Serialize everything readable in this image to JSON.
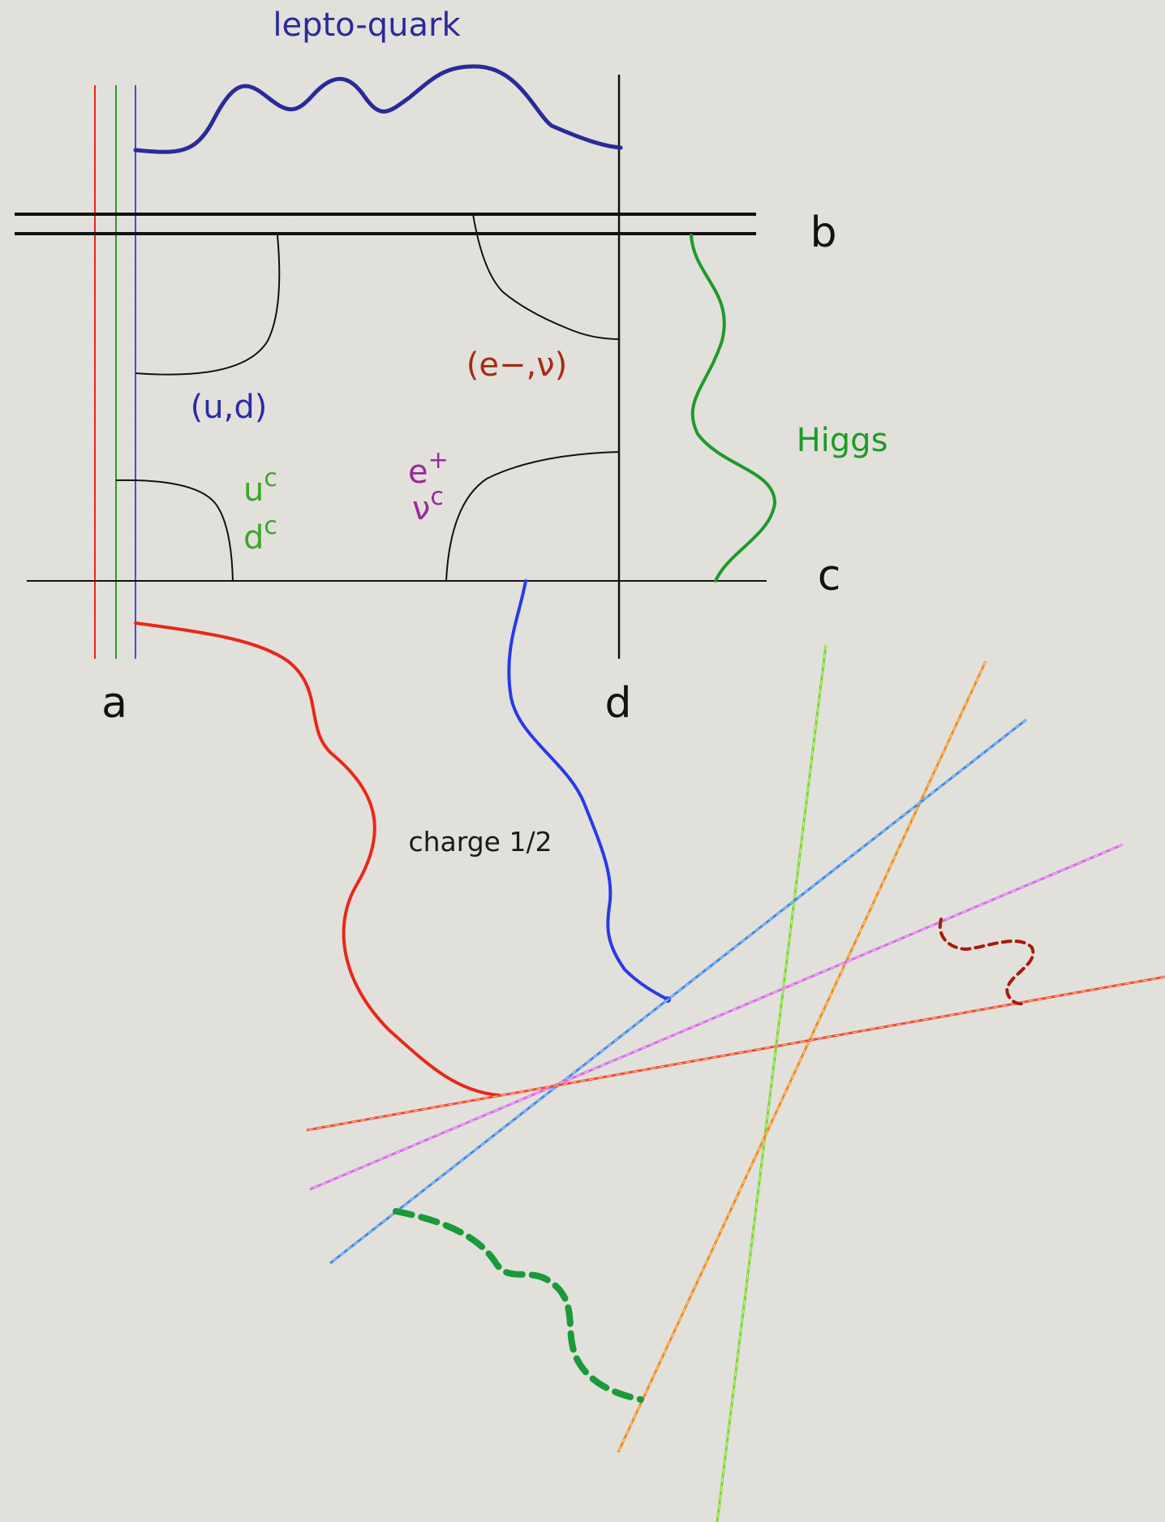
{
  "labels": {
    "lepto_quark": "lepto-quark",
    "b": "b",
    "c": "c",
    "a": "a",
    "d": "d",
    "higgs": "Higgs",
    "ud": "(u,d)",
    "e_nu": "(e−,ν)",
    "uc_base": "u",
    "uc_sup": "c",
    "dc_base": "d",
    "dc_sup": "c",
    "ep_base": "e",
    "ep_sup": "+",
    "nuc_base": "ν",
    "nuc_sup": "c",
    "charge": "charge 1/2"
  },
  "colors": {
    "background": "#e4e2dc",
    "lepto_quark": "#2a2a9a",
    "ud": "#2a2aa8",
    "e_nu": "#a82a12",
    "uc_dc": "#3aa82a",
    "ep_nuc": "#9a2a9a",
    "higgs": "#1f9a2a",
    "charge_text": "#1a1a1a",
    "red_string": "#e8281a",
    "blue_string": "#2a3ae8",
    "wire_red": "#e8281a",
    "wire_green": "#2a9a2a",
    "wire_blue": "#4a4ae8",
    "dashed_orange": "#f08a1a",
    "dashed_green": "#7ad82a",
    "dashed_blue": "#3a8ae8",
    "dashed_pink": "#d86ae8",
    "dashed_red": "#f04a2a",
    "dark_red_wave": "#a81a0a",
    "green_wave": "#1a9a3a"
  }
}
